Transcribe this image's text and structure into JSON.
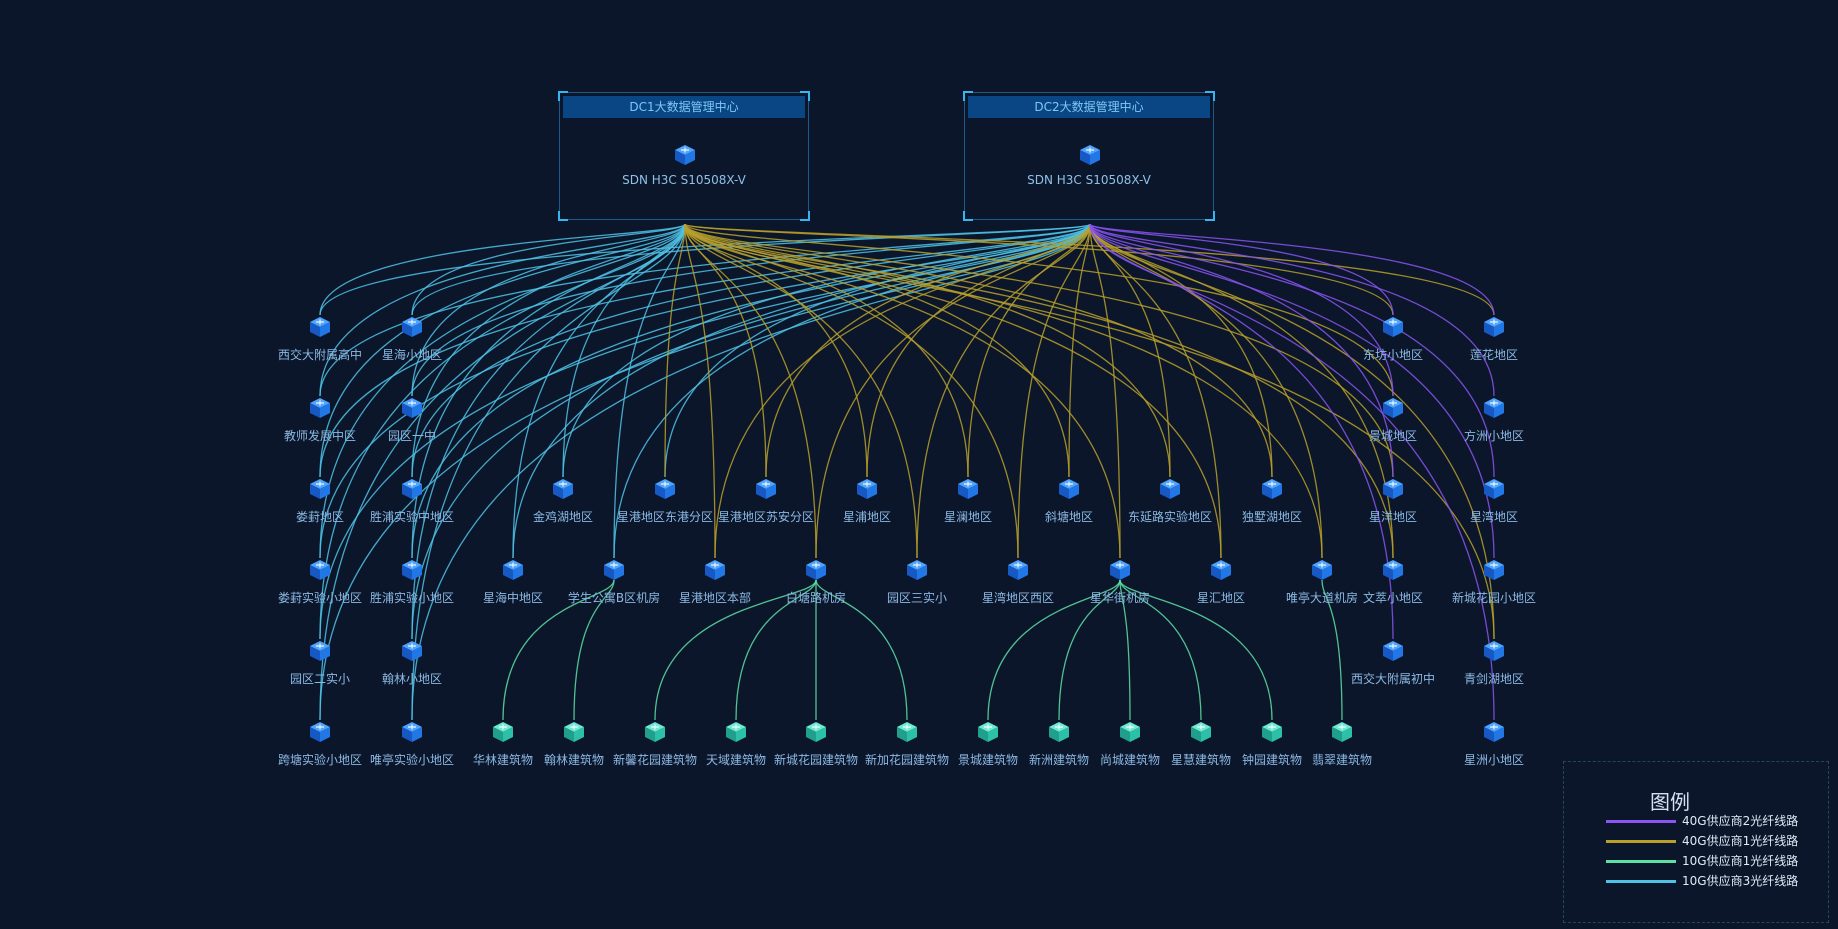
{
  "colors": {
    "background": "#0b162b",
    "purple_link": "#8a55f0",
    "gold_link": "#b9a02a",
    "green_link": "#5ee0a4",
    "blue_link": "#4fc3e6",
    "node_blue": "#2a7fe0",
    "node_teal": "#3fd4b4"
  },
  "datacenters": [
    {
      "id": "dc1",
      "title": "DC1大数据管理中心",
      "model": "SDN H3C S10508X-V",
      "icon": "router-icon"
    },
    {
      "id": "dc2",
      "title": "DC2大数据管理中心",
      "model": "SDN H3C S10508X-V",
      "icon": "router-icon"
    }
  ],
  "nodes": [
    {
      "id": "n1",
      "label": "西交大附属高中",
      "type": "router"
    },
    {
      "id": "n2",
      "label": "星海小地区",
      "type": "router"
    },
    {
      "id": "n3",
      "label": "教师发展中区",
      "type": "router"
    },
    {
      "id": "n4",
      "label": "园区一中",
      "type": "router"
    },
    {
      "id": "n5",
      "label": "娄葑地区",
      "type": "router"
    },
    {
      "id": "n6",
      "label": "胜浦实验中地区",
      "type": "router"
    },
    {
      "id": "n7",
      "label": "娄葑实验小地区",
      "type": "router"
    },
    {
      "id": "n8",
      "label": "胜浦实验小地区",
      "type": "router"
    },
    {
      "id": "n9",
      "label": "园区二实小",
      "type": "router"
    },
    {
      "id": "n10",
      "label": "翰林小地区",
      "type": "router"
    },
    {
      "id": "n11",
      "label": "跨塘实验小地区",
      "type": "router"
    },
    {
      "id": "n12",
      "label": "唯亭实验小地区",
      "type": "router"
    },
    {
      "id": "n13",
      "label": "金鸡湖地区",
      "type": "router"
    },
    {
      "id": "n14",
      "label": "星港地区东港分区",
      "type": "router"
    },
    {
      "id": "n15",
      "label": "星港地区苏安分区",
      "type": "router"
    },
    {
      "id": "n16",
      "label": "星浦地区",
      "type": "router"
    },
    {
      "id": "n17",
      "label": "星澜地区",
      "type": "router"
    },
    {
      "id": "n18",
      "label": "斜塘地区",
      "type": "router"
    },
    {
      "id": "n19",
      "label": "东延路实验地区",
      "type": "router"
    },
    {
      "id": "n20",
      "label": "独墅湖地区",
      "type": "router"
    },
    {
      "id": "n21",
      "label": "星海中地区",
      "type": "router"
    },
    {
      "id": "n22",
      "label": "学生公寓B区机房",
      "type": "router"
    },
    {
      "id": "n23",
      "label": "星港地区本部",
      "type": "router"
    },
    {
      "id": "n24",
      "label": "白塘路机房",
      "type": "router"
    },
    {
      "id": "n25",
      "label": "园区三实小",
      "type": "router"
    },
    {
      "id": "n26",
      "label": "星湾地区西区",
      "type": "router"
    },
    {
      "id": "n27",
      "label": "星华街机房",
      "type": "router"
    },
    {
      "id": "n28",
      "label": "星汇地区",
      "type": "router"
    },
    {
      "id": "n29",
      "label": "唯亭大道机房",
      "type": "router"
    },
    {
      "id": "n30",
      "label": "东坊小地区",
      "type": "router"
    },
    {
      "id": "n31",
      "label": "莲花地区",
      "type": "router"
    },
    {
      "id": "n32",
      "label": "景城地区",
      "type": "router"
    },
    {
      "id": "n33",
      "label": "方洲小地区",
      "type": "router"
    },
    {
      "id": "n34",
      "label": "星洋地区",
      "type": "router"
    },
    {
      "id": "n35",
      "label": "星湾地区",
      "type": "router"
    },
    {
      "id": "n36",
      "label": "文萃小地区",
      "type": "router"
    },
    {
      "id": "n37",
      "label": "新城花园小地区",
      "type": "router"
    },
    {
      "id": "n38",
      "label": "西交大附属初中",
      "type": "router"
    },
    {
      "id": "n39",
      "label": "青剑湖地区",
      "type": "router"
    },
    {
      "id": "n40",
      "label": "星洲小地区",
      "type": "router"
    },
    {
      "id": "b1",
      "label": "华林建筑物",
      "type": "building"
    },
    {
      "id": "b2",
      "label": "翰林建筑物",
      "type": "building"
    },
    {
      "id": "b3",
      "label": "新馨花园建筑物",
      "type": "building"
    },
    {
      "id": "b4",
      "label": "天域建筑物",
      "type": "building"
    },
    {
      "id": "b5",
      "label": "新城花园建筑物",
      "type": "building"
    },
    {
      "id": "b6",
      "label": "新加花园建筑物",
      "type": "building"
    },
    {
      "id": "b7",
      "label": "景城建筑物",
      "type": "building"
    },
    {
      "id": "b8",
      "label": "新洲建筑物",
      "type": "building"
    },
    {
      "id": "b9",
      "label": "尚城建筑物",
      "type": "building"
    },
    {
      "id": "b10",
      "label": "星慧建筑物",
      "type": "building"
    },
    {
      "id": "b11",
      "label": "钟园建筑物",
      "type": "building"
    },
    {
      "id": "b12",
      "label": "翡翠建筑物",
      "type": "building"
    }
  ],
  "links": [
    [
      "dc1",
      "n1",
      "blue"
    ],
    [
      "dc1",
      "n2",
      "blue"
    ],
    [
      "dc1",
      "n3",
      "blue"
    ],
    [
      "dc1",
      "n4",
      "blue"
    ],
    [
      "dc1",
      "n5",
      "blue"
    ],
    [
      "dc1",
      "n6",
      "blue"
    ],
    [
      "dc1",
      "n7",
      "blue"
    ],
    [
      "dc1",
      "n8",
      "blue"
    ],
    [
      "dc1",
      "n9",
      "blue"
    ],
    [
      "dc1",
      "n10",
      "blue"
    ],
    [
      "dc1",
      "n11",
      "blue"
    ],
    [
      "dc1",
      "n12",
      "blue"
    ],
    [
      "dc1",
      "n13",
      "blue"
    ],
    [
      "dc1",
      "n21",
      "blue"
    ],
    [
      "dc1",
      "n22",
      "blue"
    ],
    [
      "dc2",
      "n1",
      "blue"
    ],
    [
      "dc2",
      "n2",
      "blue"
    ],
    [
      "dc2",
      "n3",
      "blue"
    ],
    [
      "dc2",
      "n4",
      "blue"
    ],
    [
      "dc2",
      "n5",
      "blue"
    ],
    [
      "dc2",
      "n6",
      "blue"
    ],
    [
      "dc2",
      "n7",
      "blue"
    ],
    [
      "dc2",
      "n8",
      "blue"
    ],
    [
      "dc2",
      "n9",
      "blue"
    ],
    [
      "dc2",
      "n10",
      "blue"
    ],
    [
      "dc2",
      "n11",
      "blue"
    ],
    [
      "dc2",
      "n12",
      "blue"
    ],
    [
      "dc2",
      "n13",
      "blue"
    ],
    [
      "dc2",
      "n14",
      "blue"
    ],
    [
      "dc2",
      "n21",
      "blue"
    ],
    [
      "dc2",
      "n22",
      "blue"
    ],
    [
      "dc1",
      "n14",
      "gold"
    ],
    [
      "dc1",
      "n15",
      "gold"
    ],
    [
      "dc1",
      "n16",
      "gold"
    ],
    [
      "dc1",
      "n17",
      "gold"
    ],
    [
      "dc1",
      "n18",
      "gold"
    ],
    [
      "dc1",
      "n19",
      "gold"
    ],
    [
      "dc1",
      "n20",
      "gold"
    ],
    [
      "dc1",
      "n23",
      "gold"
    ],
    [
      "dc1",
      "n24",
      "gold"
    ],
    [
      "dc1",
      "n25",
      "gold"
    ],
    [
      "dc1",
      "n26",
      "gold"
    ],
    [
      "dc1",
      "n27",
      "gold"
    ],
    [
      "dc1",
      "n28",
      "gold"
    ],
    [
      "dc1",
      "n29",
      "gold"
    ],
    [
      "dc1",
      "n30",
      "gold"
    ],
    [
      "dc1",
      "n32",
      "gold"
    ],
    [
      "dc1",
      "n34",
      "gold"
    ],
    [
      "dc1",
      "n36",
      "gold"
    ],
    [
      "dc1",
      "n39",
      "gold"
    ],
    [
      "dc1",
      "n31",
      "gold"
    ],
    [
      "dc2",
      "n15",
      "gold"
    ],
    [
      "dc2",
      "n16",
      "gold"
    ],
    [
      "dc2",
      "n17",
      "gold"
    ],
    [
      "dc2",
      "n18",
      "gold"
    ],
    [
      "dc2",
      "n19",
      "gold"
    ],
    [
      "dc2",
      "n20",
      "gold"
    ],
    [
      "dc2",
      "n23",
      "gold"
    ],
    [
      "dc2",
      "n24",
      "gold"
    ],
    [
      "dc2",
      "n25",
      "gold"
    ],
    [
      "dc2",
      "n26",
      "gold"
    ],
    [
      "dc2",
      "n27",
      "gold"
    ],
    [
      "dc2",
      "n28",
      "gold"
    ],
    [
      "dc2",
      "n29",
      "gold"
    ],
    [
      "dc2",
      "n36",
      "gold"
    ],
    [
      "dc2",
      "n39",
      "gold"
    ],
    [
      "dc2",
      "n30",
      "purple"
    ],
    [
      "dc2",
      "n31",
      "purple"
    ],
    [
      "dc2",
      "n32",
      "purple"
    ],
    [
      "dc2",
      "n33",
      "purple"
    ],
    [
      "dc2",
      "n34",
      "purple"
    ],
    [
      "dc2",
      "n35",
      "purple"
    ],
    [
      "dc2",
      "n37",
      "purple"
    ],
    [
      "dc2",
      "n38",
      "purple"
    ],
    [
      "dc2",
      "n40",
      "purple"
    ],
    [
      "n22",
      "b1",
      "green"
    ],
    [
      "n22",
      "b2",
      "green"
    ],
    [
      "n24",
      "b3",
      "green"
    ],
    [
      "n24",
      "b4",
      "green"
    ],
    [
      "n24",
      "b5",
      "green"
    ],
    [
      "n24",
      "b6",
      "green"
    ],
    [
      "n27",
      "b7",
      "green"
    ],
    [
      "n27",
      "b8",
      "green"
    ],
    [
      "n27",
      "b9",
      "green"
    ],
    [
      "n27",
      "b10",
      "green"
    ],
    [
      "n27",
      "b11",
      "green"
    ],
    [
      "n29",
      "b12",
      "green"
    ]
  ],
  "legend": {
    "title": "图例",
    "items": [
      {
        "label": "40G供应商2光纤线路",
        "color": "#8a55f0"
      },
      {
        "label": "40G供应商1光纤线路",
        "color": "#b9a02a"
      },
      {
        "label": "10G供应商1光纤线路",
        "color": "#5ee0a4"
      },
      {
        "label": "10G供应商3光纤线路",
        "color": "#4fc3e6"
      }
    ]
  }
}
